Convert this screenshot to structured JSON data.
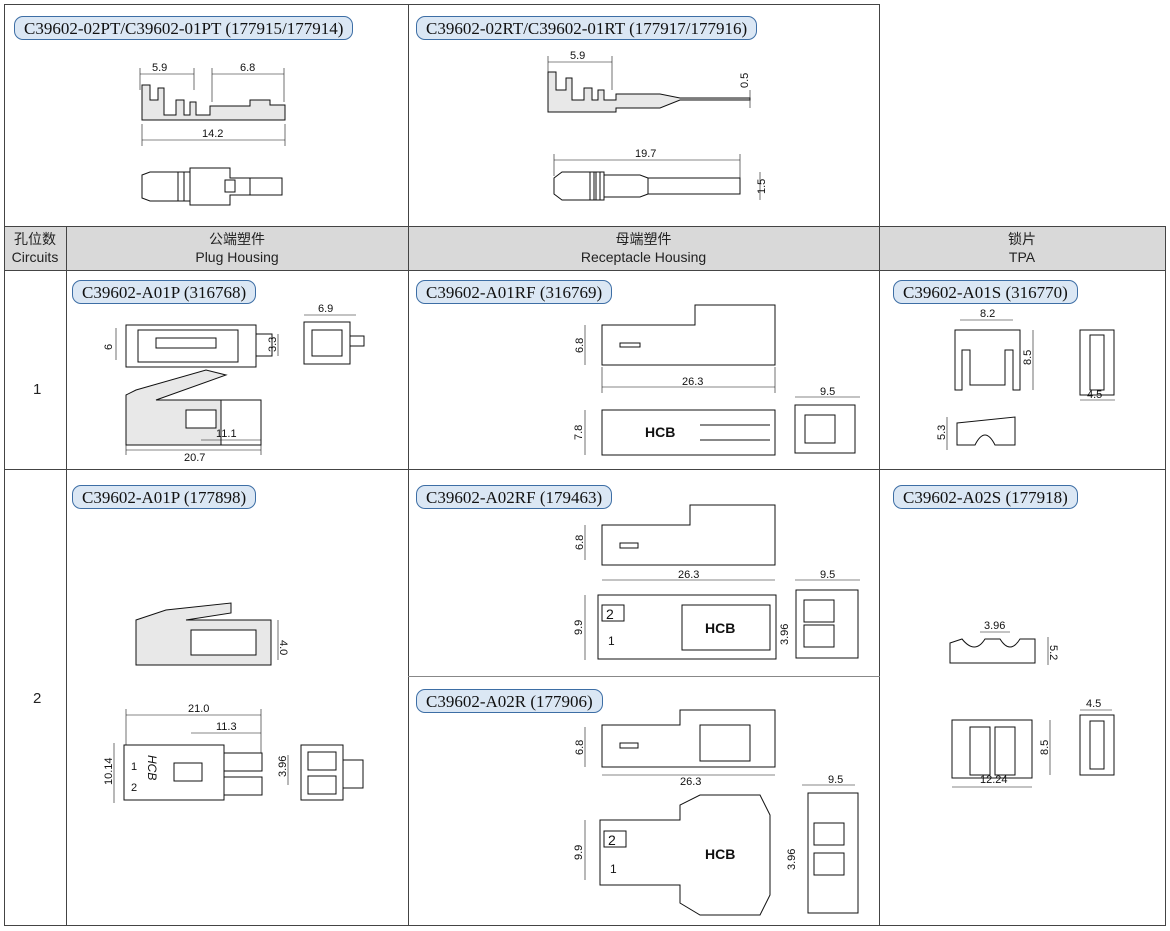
{
  "terminals": {
    "plug": {
      "label": "C39602-02PT/C39602-01PT (177915/177914)",
      "dim1": "5.9",
      "dim2": "6.8",
      "dim3": "14.2"
    },
    "receptacle": {
      "label": "C39602-02RT/C39602-01RT (177917/177916)",
      "dim1": "5.9",
      "dim2": "0.5",
      "dim3": "19.7",
      "dim4": "1.5"
    }
  },
  "header": {
    "circuits_cn": "孔位数",
    "circuits_en": "Circuits",
    "plug_cn": "公端塑件",
    "plug_en": "Plug Housing",
    "rec_cn": "母端塑件",
    "rec_en": "Receptacle Housing",
    "tpa_cn": "锁片",
    "tpa_en": "TPA"
  },
  "rows": [
    {
      "circuits": "1",
      "plug": {
        "label": "C39602-A01P (316768)",
        "d_6": "6",
        "d_69": "6.9",
        "d_33": "3.3",
        "d_111": "11.1",
        "d_207": "20.7"
      },
      "receptacle": {
        "label": "C39602-A01RF (316769)",
        "d_68": "6.8",
        "d_263": "26.3",
        "d_95": "9.5",
        "d_78": "7.8",
        "mark": "HCB"
      },
      "tpa": {
        "label": "C39602-A01S (316770)",
        "d_82": "8.2",
        "d_85": "8.5",
        "d_45": "4.5",
        "d_53": "5.3"
      }
    },
    {
      "circuits": "2",
      "plug": {
        "label": "C39602-A01P (177898)",
        "d_40": "4.0",
        "d_210": "21.0",
        "d_113": "11.3",
        "d_1014": "10.14",
        "d_396": "3.96",
        "n1": "1",
        "n2": "2",
        "mark": "HCB"
      },
      "receptacle_a": {
        "label": "C39602-A02RF (179463)",
        "d_68": "6.8",
        "d_263": "26.3",
        "d_95": "9.5",
        "d_99": "9.9",
        "d_396": "3.96",
        "mark": "HCB",
        "n1": "1",
        "n2": "2"
      },
      "receptacle_b": {
        "label": "C39602-A02R (177906)",
        "d_68": "6.8",
        "d_263": "26.3",
        "d_95": "9.5",
        "d_99": "9.9",
        "d_396": "3.96",
        "mark": "HCB",
        "n1": "1",
        "n2": "2"
      },
      "tpa": {
        "label": "C39602-A02S (177918)",
        "d_396": "3.96",
        "d_52": "5.2",
        "d_45": "4.5",
        "d_85": "8.5",
        "d_1224": "12.24"
      }
    }
  ]
}
